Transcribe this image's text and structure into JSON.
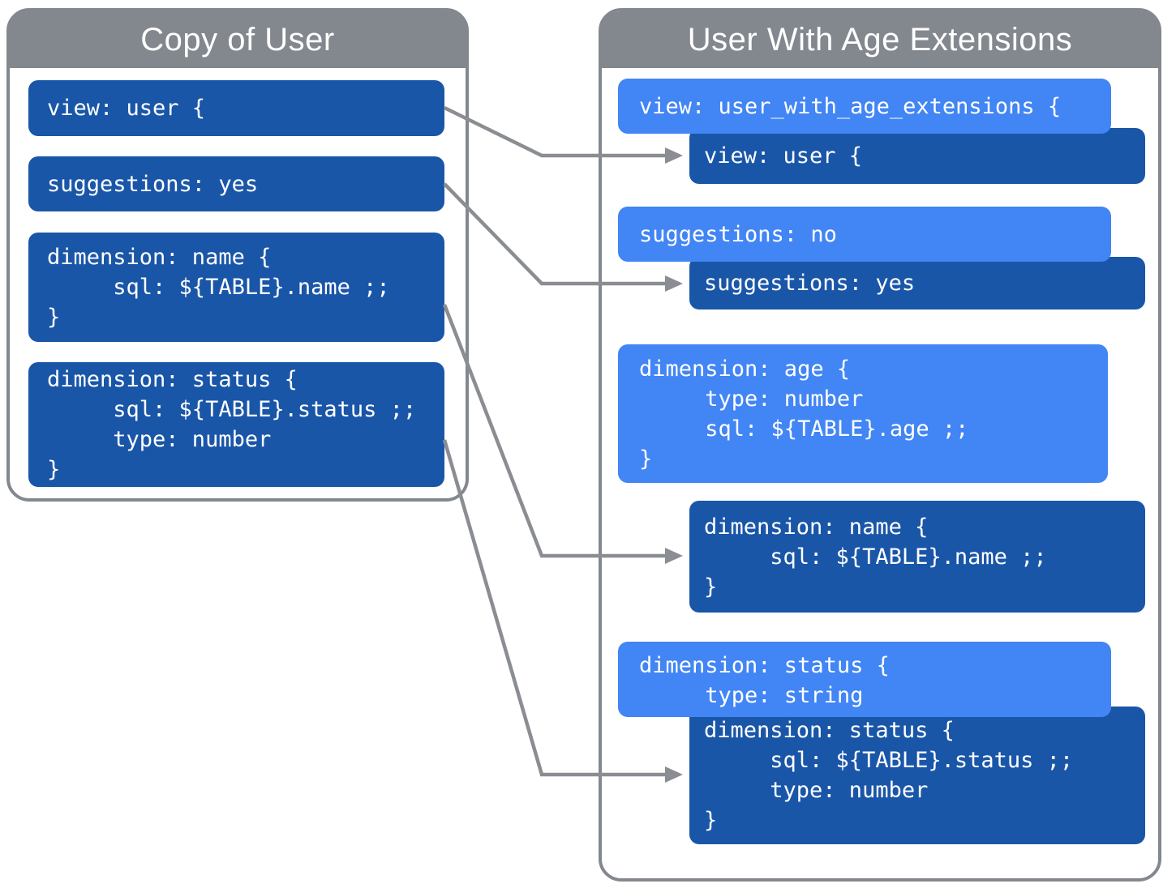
{
  "diagram": {
    "left_panel": {
      "title": "Copy of User",
      "blocks": [
        {
          "name": "view-user",
          "style": "dark",
          "lines": [
            "view: user {"
          ]
        },
        {
          "name": "suggestions-yes",
          "style": "dark",
          "lines": [
            "suggestions: yes"
          ]
        },
        {
          "name": "dimension-name",
          "style": "dark",
          "lines": [
            "dimension: name {",
            "     sql: ${TABLE}.name ;;",
            "}"
          ]
        },
        {
          "name": "dimension-status",
          "style": "dark",
          "lines": [
            "dimension: status {",
            "     sql: ${TABLE}.status ;;",
            "     type: number",
            "}"
          ]
        }
      ]
    },
    "right_panel": {
      "title": "User With Age Extensions",
      "blocks": [
        {
          "name": "view-extended",
          "style": "light",
          "lines": [
            "view: user_with_age_extensions {"
          ]
        },
        {
          "name": "view-inherited",
          "style": "dark",
          "lines": [
            "view: user {"
          ]
        },
        {
          "name": "suggestions-override",
          "style": "light",
          "lines": [
            "suggestions: no"
          ]
        },
        {
          "name": "suggestions-inherited",
          "style": "dark",
          "lines": [
            "suggestions: yes"
          ]
        },
        {
          "name": "dimension-age",
          "style": "light",
          "lines": [
            "dimension: age {",
            "     type: number",
            "     sql: ${TABLE}.age ;;",
            "}"
          ]
        },
        {
          "name": "dimension-name-inherited",
          "style": "dark",
          "lines": [
            "dimension: name {",
            "     sql: ${TABLE}.name ;;",
            "}"
          ]
        },
        {
          "name": "dimension-status-override",
          "style": "light",
          "lines": [
            "dimension: status {",
            "     type: string"
          ]
        },
        {
          "name": "dimension-status-inherited",
          "style": "dark",
          "lines": [
            "dimension: status {",
            "     sql: ${TABLE}.status ;;",
            "     type: number",
            "}"
          ]
        }
      ]
    },
    "connectors": [
      {
        "from": "left.view-user",
        "to": "right.view-inherited"
      },
      {
        "from": "left.suggestions-yes",
        "to": "right.suggestions-inherited"
      },
      {
        "from": "left.dimension-name",
        "to": "right.dimension-name-inherited"
      },
      {
        "from": "left.dimension-status",
        "to": "right.dimension-status-inherited"
      }
    ],
    "colors": {
      "panel_header_gray": "#83878E",
      "panel_border_gray": "#83878E",
      "block_dark_blue": "#1A56A8",
      "block_light_blue": "#4285F4",
      "connector_gray": "#8A8D92",
      "text_white": "#FFFFFF"
    }
  }
}
